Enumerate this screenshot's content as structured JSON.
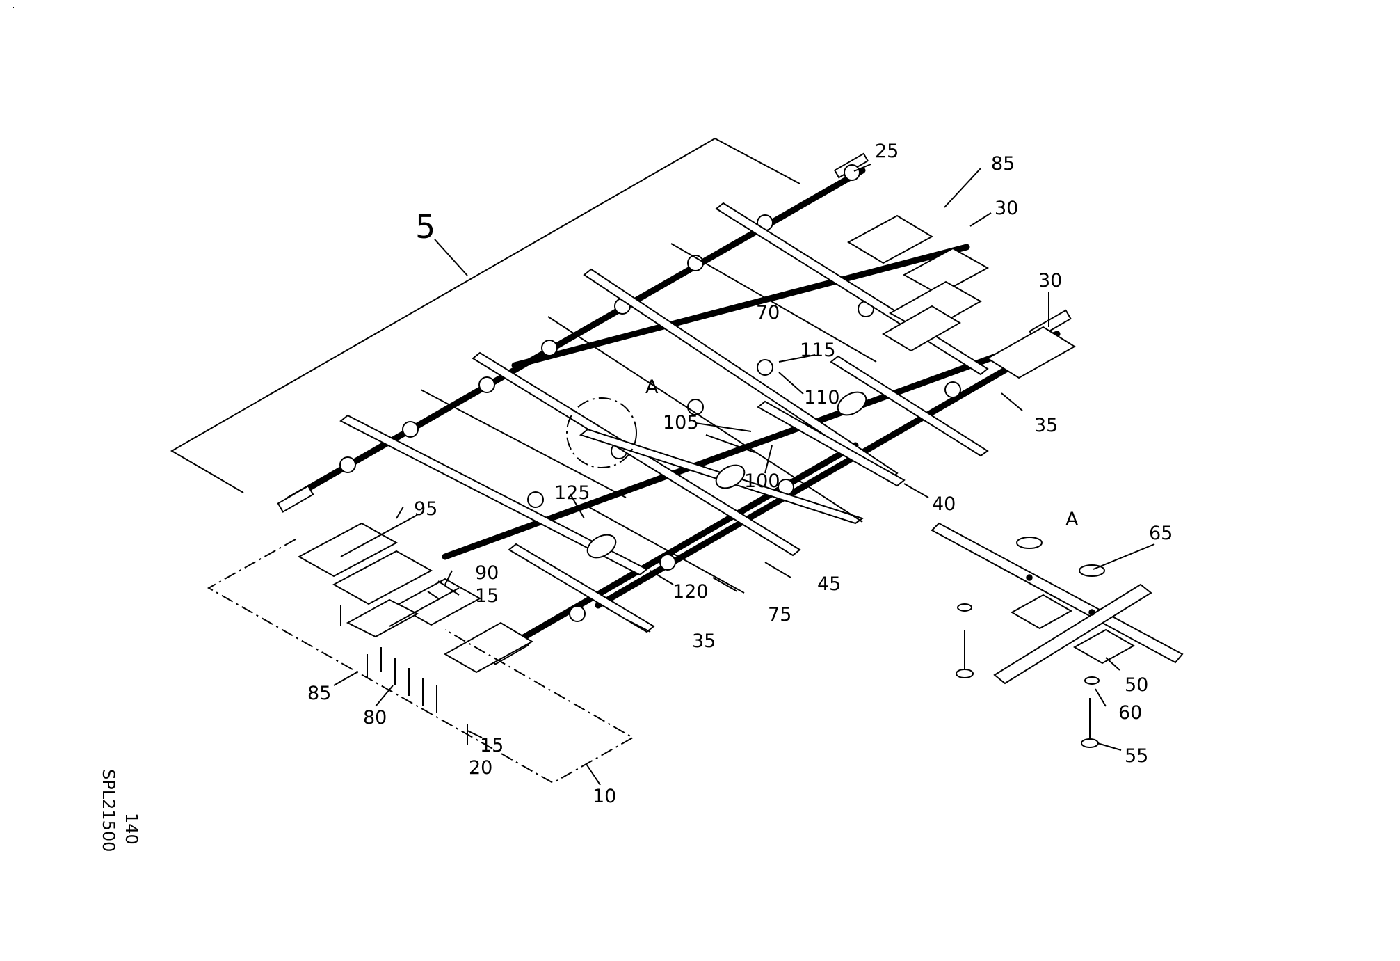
{
  "drawing": {
    "assembly_label": "5",
    "detail_label_main": "A",
    "detail_label_inset": "A",
    "callouts": {
      "c25": "25",
      "c85_top": "85",
      "c30_top": "30",
      "c30_right": "30",
      "c70": "70",
      "c115": "115",
      "c110": "110",
      "c105": "105",
      "c100": "100",
      "c35_right": "35",
      "c40": "40",
      "c95": "95",
      "c90": "90",
      "c15_a": "15",
      "c125": "125",
      "c45": "45",
      "c120": "120",
      "c75": "75",
      "c35_bottom": "35",
      "c85_bottom": "85",
      "c80": "80",
      "c15_b": "15",
      "c20": "20",
      "c10": "10",
      "c65": "65",
      "c50": "50",
      "c60": "60",
      "c55": "55"
    }
  },
  "footer": {
    "page_number": "140",
    "drawing_code": "SPL21500"
  }
}
